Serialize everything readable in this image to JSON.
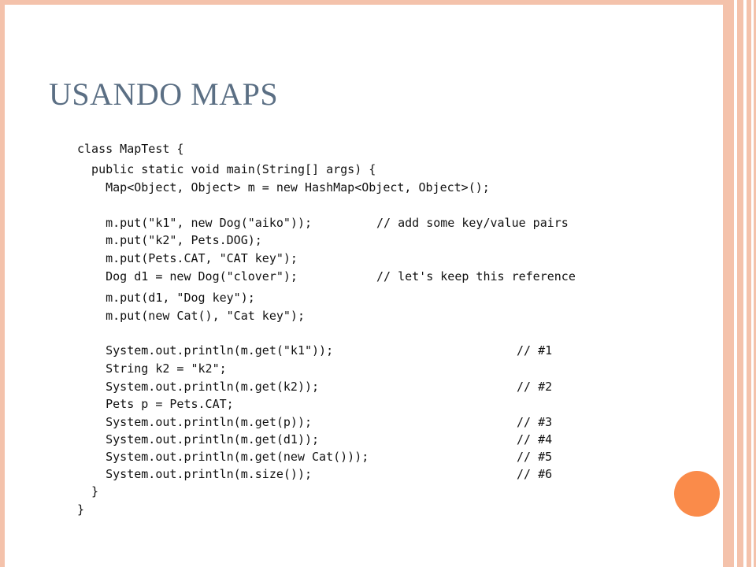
{
  "slide": {
    "title": "USANDO MAPS"
  },
  "code": {
    "lines": [
      "class MapTest {",
      "  public static void main(String[] args) {",
      "    Map<Object, Object> m = new HashMap<Object, Object>();",
      "",
      "    m.put(\"k1\", new Dog(\"aiko\"));",
      "    m.put(\"k2\", Pets.DOG);",
      "    m.put(Pets.CAT, \"CAT key\");",
      "    Dog d1 = new Dog(\"clover\");",
      "    m.put(d1, \"Dog key\");",
      "    m.put(new Cat(), \"Cat key\");",
      "",
      "    System.out.println(m.get(\"k1\"));",
      "    String k2 = \"k2\";",
      "    System.out.println(m.get(k2));",
      "    Pets p = Pets.CAT;",
      "    System.out.println(m.get(p));",
      "    System.out.println(m.get(d1));",
      "    System.out.println(m.get(new Cat()));",
      "    System.out.println(m.size());",
      "  }",
      "}"
    ],
    "comments": [
      "// add some key/value pairs",
      "// let's keep this reference",
      "// #1",
      "// #2",
      "// #3",
      "// #4",
      "// #5",
      "// #6"
    ]
  },
  "theme": {
    "title_color": "#5b6f84",
    "border_color": "#f4c2ab",
    "accent_color": "#fa8b4a"
  }
}
